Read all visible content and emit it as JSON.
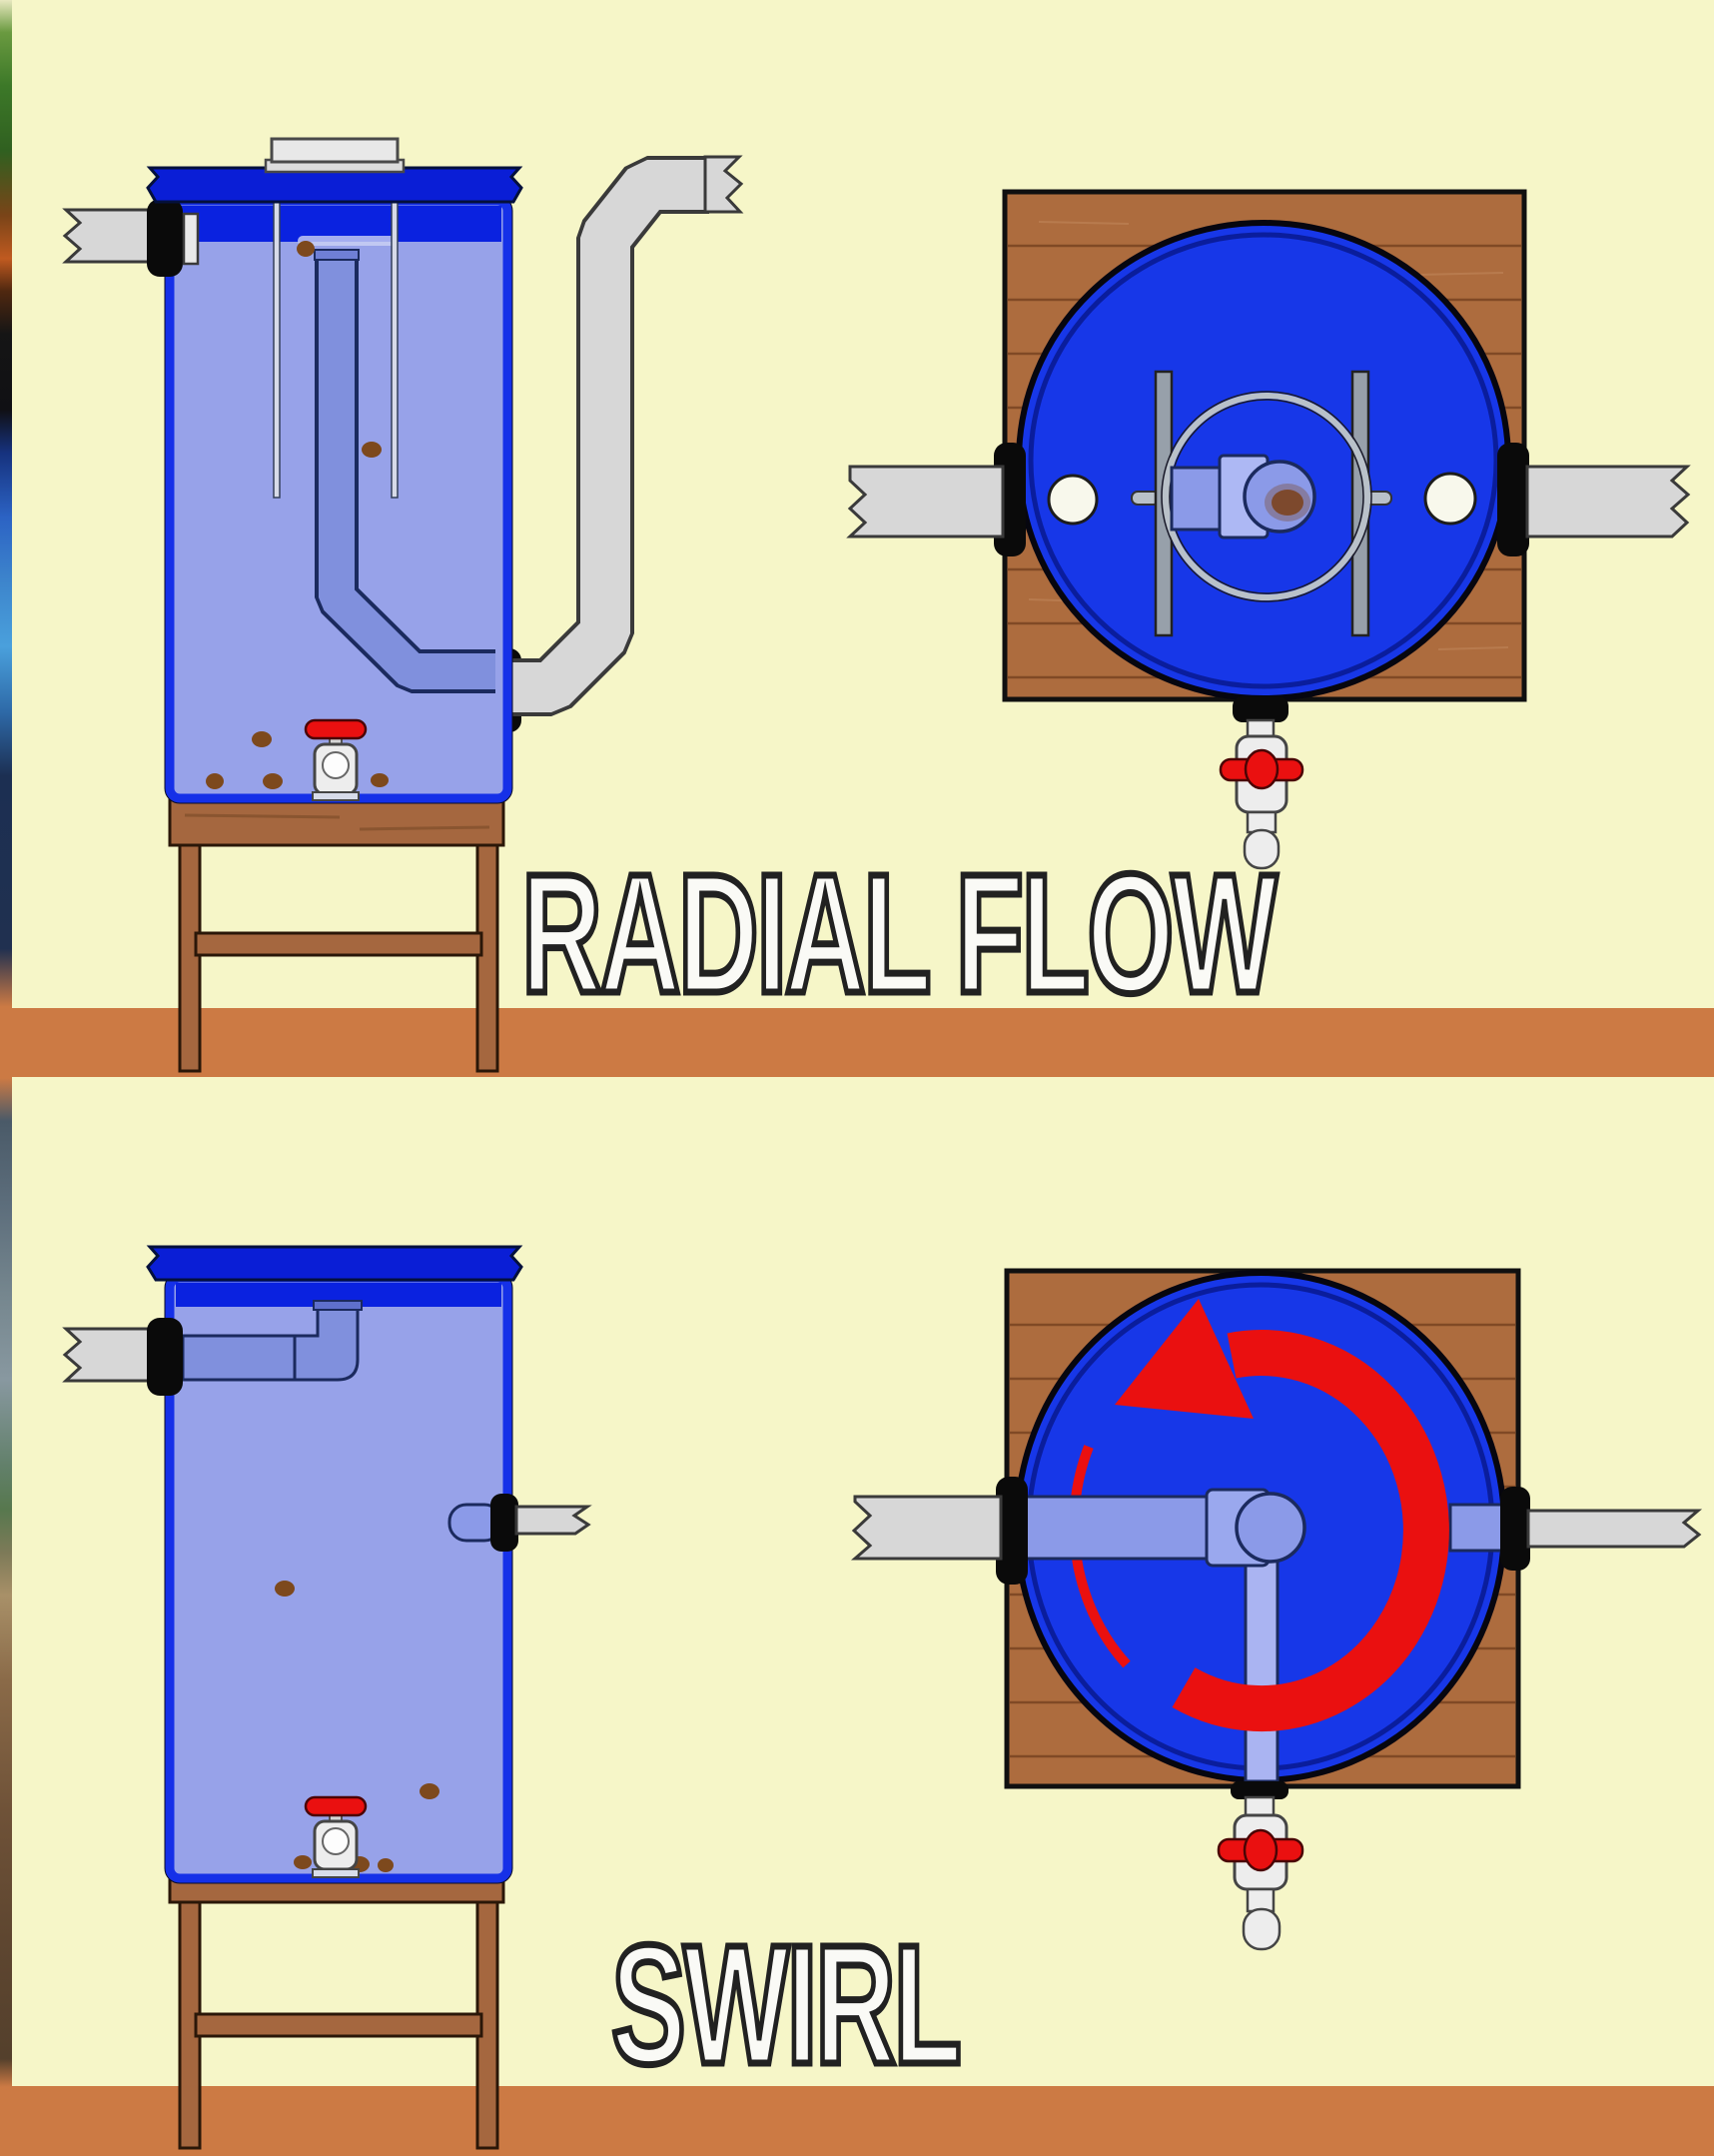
{
  "title": "Settling tank flow patterns diagram",
  "sections": [
    {
      "id": "radial-flow",
      "label": "RADIAL FLOW",
      "views": [
        "side view of barrel settling tank on wooden stand",
        "top view of barrel with twin baffle plates"
      ]
    },
    {
      "id": "swirl",
      "label": "SWIRL",
      "views": [
        "side view of barrel settling tank on wooden stand",
        "top view of barrel with tangential swirl arrow"
      ]
    }
  ],
  "icons": {
    "pipe-break-icon": "zigzag broken-pipe end symbol",
    "swirl-arrow-icon": "thick red counterclockwise circular arrow",
    "valve-handle-icon": "red tap handle",
    "sediment-particle": "brown settled particle dot"
  },
  "colors": {
    "bg": "#f6f6c8",
    "floor": "#cc7a44",
    "lid_blue": "#0a1ed6",
    "tank_blue": "#1530e8",
    "deep_blue": "#0a22e0",
    "water": "#97a2e9",
    "circle_blue": "#1737e8",
    "wood_board": "#ad6c3e",
    "wood_stand": "#a5673f",
    "gray_pipe": "#d7d7d7",
    "pipe_edge": "#3a3a3a",
    "inner_pipe": "#8090dd",
    "inner_pipe_light": "#aab4f2",
    "ink_blue": "#1b2a5e",
    "red": "#ea1010",
    "black": "#0a0a0a",
    "sediment": "#7d491d",
    "text_fill": "#fafaf6",
    "text_outline": "#212121"
  }
}
